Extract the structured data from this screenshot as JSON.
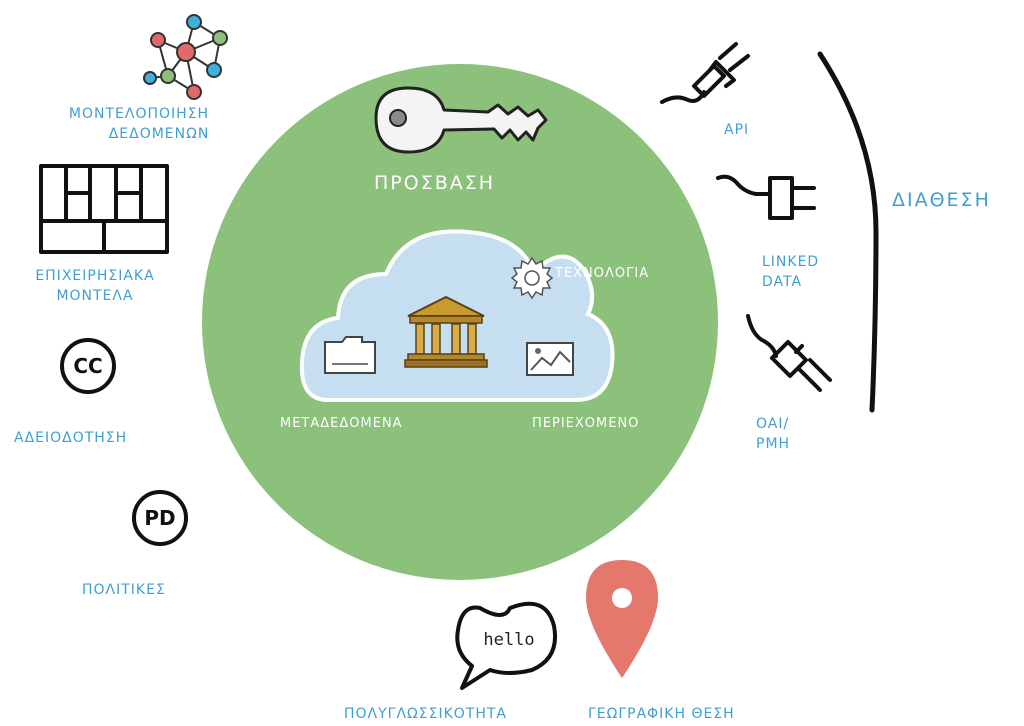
{
  "center": {
    "access_label": "ΠΡΟΣΒΑΣΗ",
    "technology_label": "ΤΕΧΝΟΛΟΓΙΑ",
    "metadata_label": "ΜΕΤΑΔΕΔΟΜΕΝΑ",
    "content_label": "ΠΕΡΙΕΧΟΜΕΝΟ",
    "circle_color": "#8cc17b",
    "cloud_color": "#c5dff0"
  },
  "left": {
    "data_modeling_line1": "ΜΟΝΤΕΛΟΠΟΙΗΣΗ",
    "data_modeling_line2": "ΔΕΔΟΜΕΝΩΝ",
    "business_models_line1": "ΕΠΙΧΕΙΡΗΣΙΑΚΑ",
    "business_models_line2": "ΜΟΝΤΕΛΑ",
    "licensing": "ΑΔΕΙΟΔΟΤΗΣΗ",
    "policies": "ΠΟΛΙΤΙΚΕΣ",
    "cc_icon_text": "CC",
    "pd_icon_text": "PD"
  },
  "right": {
    "api": "API",
    "linked_data_line1": "LINKED",
    "linked_data_line2": "DATA",
    "oai_line1": "OAI/",
    "oai_line2": "PMH",
    "availability": "ΔΙΑΘΕΣΗ"
  },
  "bottom": {
    "multilingualism": "ΠΟΛΥΓΛΩΣΣΙΚΟΤΗΤΑ",
    "hello_text": "hello",
    "geolocation": "ΓΕΩΓΡΑΦΙΚΗ ΘΕΣΗ",
    "pin_color": "#e5786d"
  },
  "label_color": "#3f9fd0"
}
